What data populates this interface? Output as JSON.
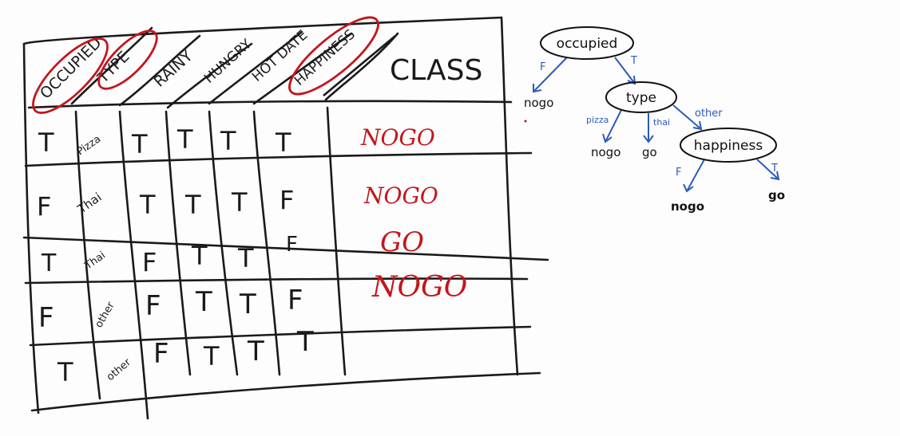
{
  "table": {
    "headers": [
      "OCCUPIED",
      "TYPE",
      "RAINY",
      "HUNGRY",
      "HOT DATE",
      "HAPPINESS",
      "CLASS"
    ],
    "circled_headers": [
      "OCCUPIED",
      "TYPE",
      "HAPPINESS"
    ],
    "rows": [
      {
        "occupied": "T",
        "type": "Pizza",
        "rainy": "T",
        "hungry": "T",
        "hot_date": "T",
        "happiness": "T",
        "class": "NOGO"
      },
      {
        "occupied": "F",
        "type": "Thai",
        "rainy": "T",
        "hungry": "T",
        "hot_date": "T",
        "happiness": "F",
        "class": "NOGO"
      },
      {
        "occupied": "T",
        "type": "Thai",
        "rainy": "F",
        "hungry": "T",
        "hot_date": "T",
        "happiness": "F",
        "class": "GO"
      },
      {
        "occupied": "F",
        "type": "other",
        "rainy": "F",
        "hungry": "T",
        "hot_date": "T",
        "happiness": "F",
        "class": "NOGO"
      },
      {
        "occupied": "T",
        "type": "other",
        "rainy": "F",
        "hungry": "T",
        "hot_date": "T",
        "happiness": "T",
        "class": ""
      }
    ]
  },
  "tree": {
    "nodes": {
      "root": "occupied",
      "type": "type",
      "happiness": "happiness"
    },
    "leaves": {
      "root_f": "nogo",
      "type_pizza": "nogo",
      "type_thai": "go",
      "happiness_f": "nogo",
      "happiness_t": "go"
    },
    "edges": {
      "root_f": "F",
      "root_t": "T",
      "type_pizza": "pizza",
      "type_thai": "thai",
      "type_other": "other",
      "happiness_f": "F",
      "happiness_t": "T"
    }
  },
  "colors": {
    "ink": "#1a1a1a",
    "red": "#c4161c",
    "blue": "#2a5bbf"
  }
}
